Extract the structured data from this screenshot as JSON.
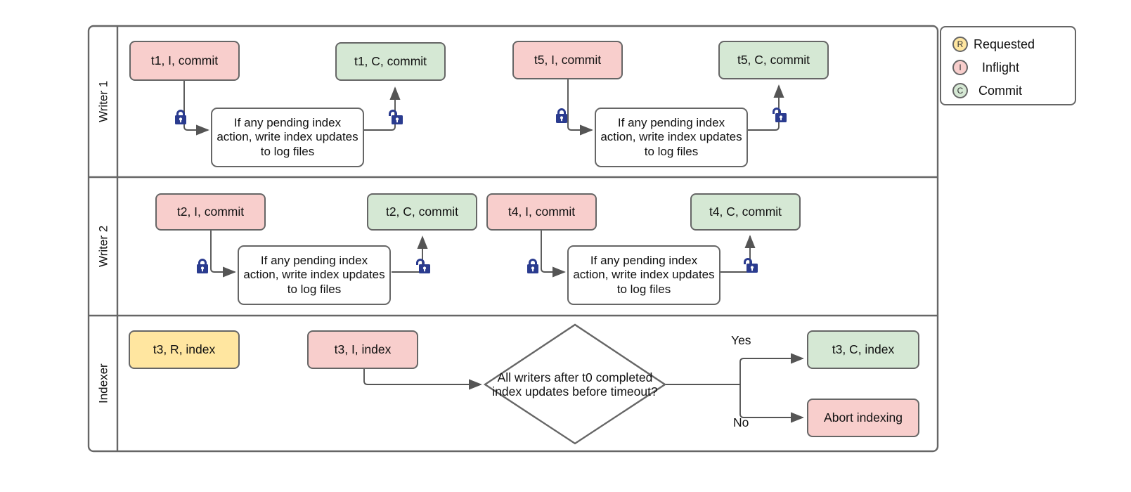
{
  "diagram": {
    "title": "Writer / Indexer concurrency swimlane",
    "colors": {
      "pink": "#f8cecc",
      "green": "#d5e8d4",
      "yellow": "#ffe6a0",
      "white": "#ffffff",
      "stroke": "#666666",
      "lock": "#2a3b8f"
    },
    "lanes": [
      {
        "name": "Writer 1",
        "label": "Writer 1"
      },
      {
        "name": "Writer 2",
        "label": "Writer 2"
      },
      {
        "name": "Indexer",
        "label": "Indexer"
      }
    ],
    "process_text": "If any pending index action, write index updates to log files",
    "decision_text": "All writers after t0 completed index updates before timeout?",
    "nodes": {
      "w1_t1_i": "t1, I, commit",
      "w1_t1_c": "t1, C, commit",
      "w1_t5_i": "t5, I, commit",
      "w1_t5_c": "t5, C, commit",
      "w2_t2_i": "t2, I, commit",
      "w2_t2_c": "t2, C, commit",
      "w2_t4_i": "t4, I, commit",
      "w2_t4_c": "t4, C, commit",
      "ix_t3_r": "t3, R, index",
      "ix_t3_i": "t3, I, index",
      "ix_t3_c": "t3, C, index",
      "ix_abort": "Abort indexing"
    },
    "branch_labels": {
      "yes": "Yes",
      "no": "No"
    }
  },
  "legend": {
    "items": [
      {
        "glyph": "R",
        "label": "Requested",
        "color": "#ffe6a0"
      },
      {
        "glyph": "I",
        "label": "Inflight",
        "color": "#f8cecc"
      },
      {
        "glyph": "C",
        "label": "Commit",
        "color": "#d5e8d4"
      }
    ]
  }
}
